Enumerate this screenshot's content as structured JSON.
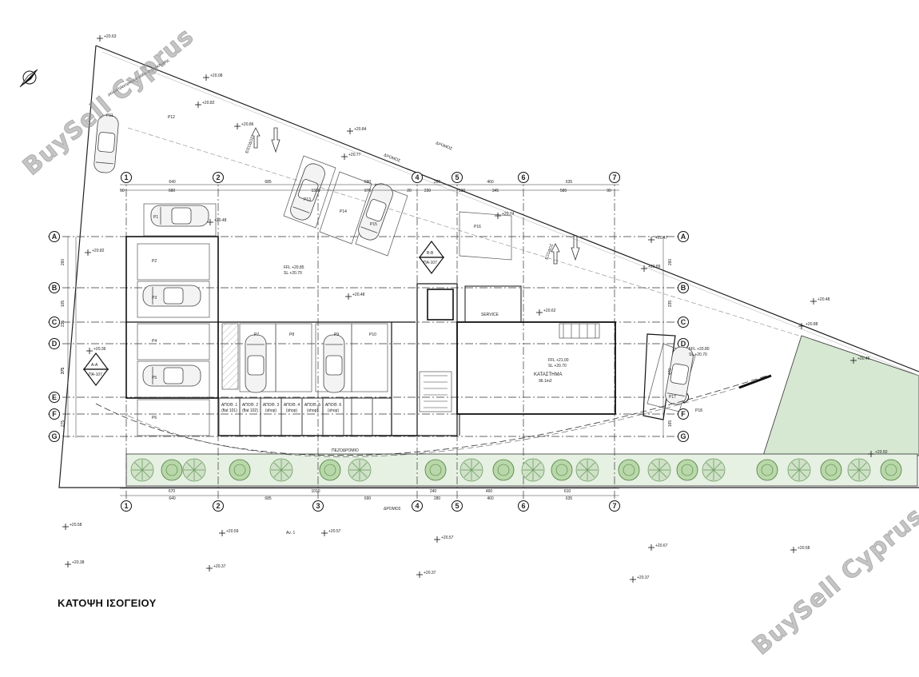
{
  "title": "ΚΑΤΟΨΗ ΙΣΟΓΕΙΟΥ",
  "watermark": "BuySell Cyprus",
  "grid": {
    "columns": [
      "1",
      "2",
      "3",
      "4",
      "5",
      "6",
      "7"
    ],
    "rows": [
      "A",
      "B",
      "C",
      "D",
      "E",
      "F",
      "G"
    ]
  },
  "dims_top": [
    "640",
    "685",
    "690",
    "280",
    "460",
    "635"
  ],
  "dims_top2": [
    "50",
    "680",
    "1330",
    "970",
    "20",
    "120",
    "345",
    "580",
    "90",
    "230"
  ],
  "dims_bottom": [
    "640",
    "685",
    "690",
    "280",
    "460",
    "635"
  ],
  "dims_bottom2": [
    "670",
    "1010",
    "240",
    "460",
    "610"
  ],
  "dims_left": [
    "260",
    "105",
    "235",
    "375",
    "375",
    "275"
  ],
  "dims_right": [
    "260",
    "235",
    "470",
    "165"
  ],
  "streets": [
    "ΔΡΟΜΟΣ",
    "ΔΡΟΜΟΣ",
    "ΔΡΟΜΟΣ"
  ],
  "parking": [
    "P1",
    "P2",
    "P3",
    "P4",
    "P5",
    "P6",
    "P7",
    "P8",
    "P9",
    "P10",
    "P11",
    "P12",
    "P13",
    "P14",
    "P15",
    "P16",
    "P17",
    "P18"
  ],
  "storage": [
    {
      "name": "ΑΠΟΘ. 1",
      "sub": "(flat 101)"
    },
    {
      "name": "ΑΠΟΘ. 2",
      "sub": "(flat 102)"
    },
    {
      "name": "ΑΠΟΘ. 3",
      "sub": "(shop)"
    },
    {
      "name": "ΑΠΟΘ. 4",
      "sub": "(shop)"
    },
    {
      "name": "ΑΠΟΘ. 5",
      "sub": "(shop)"
    },
    {
      "name": "ΑΠΟΘ. 6",
      "sub": "(shop)"
    }
  ],
  "shop": {
    "label": "ΚΑΤΑΣΤΗΜΑ",
    "area": "96.1m2"
  },
  "levels": [
    "FFL +20.85",
    "SL +20.70",
    "FFL +21.00",
    "SL +20.70",
    "FFL +20.80",
    "SL +20.70"
  ],
  "sections": [
    {
      "label": "A-A",
      "ref": "ΠA-107"
    },
    {
      "label": "B-B",
      "ref": "ΠA-107"
    }
  ],
  "spot_levels": [
    "+20.63",
    "+20.08",
    "+20.82",
    "+20.86",
    "+20.84",
    "+20.77",
    "+20.48",
    "+20.74",
    "+20.47",
    "+20.89",
    "+20.48",
    "+20.88",
    "+20.82",
    "+20.36",
    "+20.48",
    "+20.62",
    "+20.58",
    "+20.59",
    "+20.57",
    "+20.57",
    "+20.37",
    "+20.38",
    "+20.37",
    "+20.67",
    "+20.58",
    "+20.37",
    "+20.45",
    "+20.50"
  ],
  "labels": {
    "entry": "ΕΙΣΟΔΟΣ",
    "exit": "ΕΞΟΔΟΣ",
    "service": "SERVICE",
    "kerb": "ΠΕΖΟΔΡΟΜΙΟ",
    "meters": "ρεύμα ηλεκτρισμού κάδοι ανακύκλωσης",
    "section_a": "Αν. 1"
  }
}
